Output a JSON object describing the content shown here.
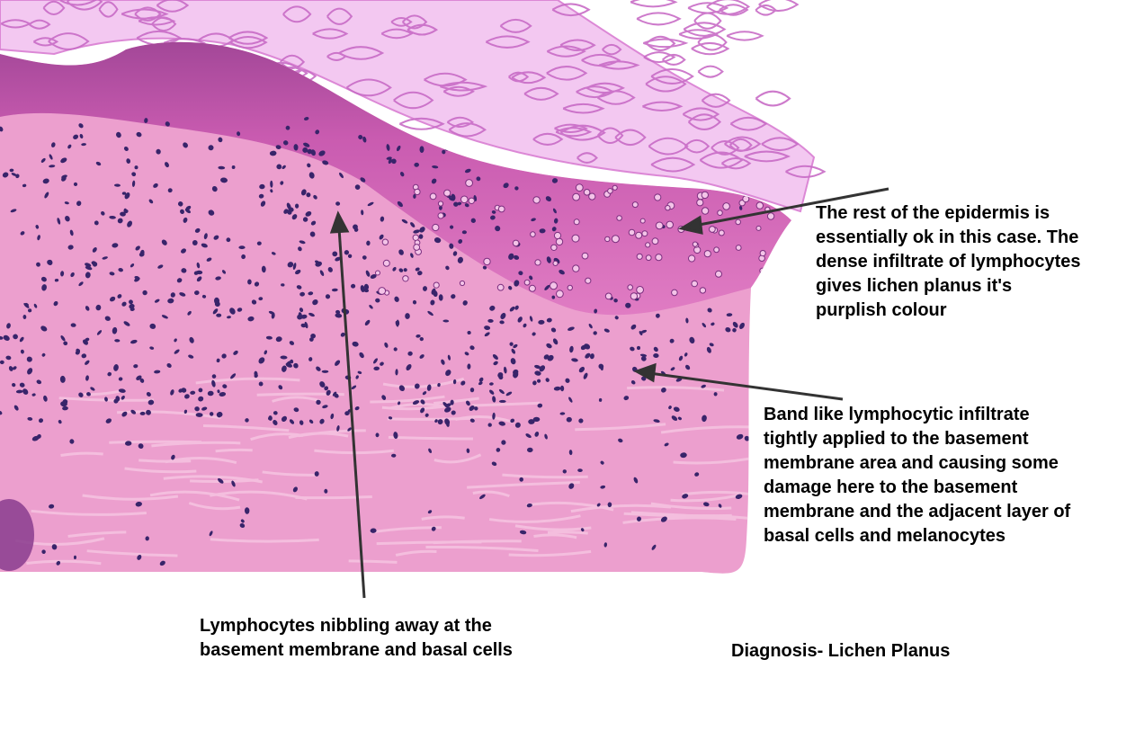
{
  "figure": {
    "image_subject": "micrograph",
    "palette": {
      "background": "#ffffff",
      "dermis": "#ec9fce",
      "epidermis": "#dc6fbd",
      "epidermis_dark": "#a34798",
      "keratin": "#e69ae3",
      "nucleus": "#38246a",
      "arrow": "#333333",
      "text": "#000000"
    },
    "annotations": {
      "epidermis_note": "The rest of the epidermis is\nessentially ok in this case. The\ndense infiltrate of lymphocytes\ngives lichen planus it's\npurplish colour",
      "band_note": "Band like lymphocytic infiltrate\ntightly applied to the basement\nmembrane area and causing some\ndamage here to the basement\nmembrane and the adjacent layer of\nbasal cells and melanocytes",
      "lymphocyte_note": "Lymphocytes nibbling away at the\nbasement membrane and basal cells",
      "diagnosis": "Diagnosis- Lichen Planus"
    }
  }
}
